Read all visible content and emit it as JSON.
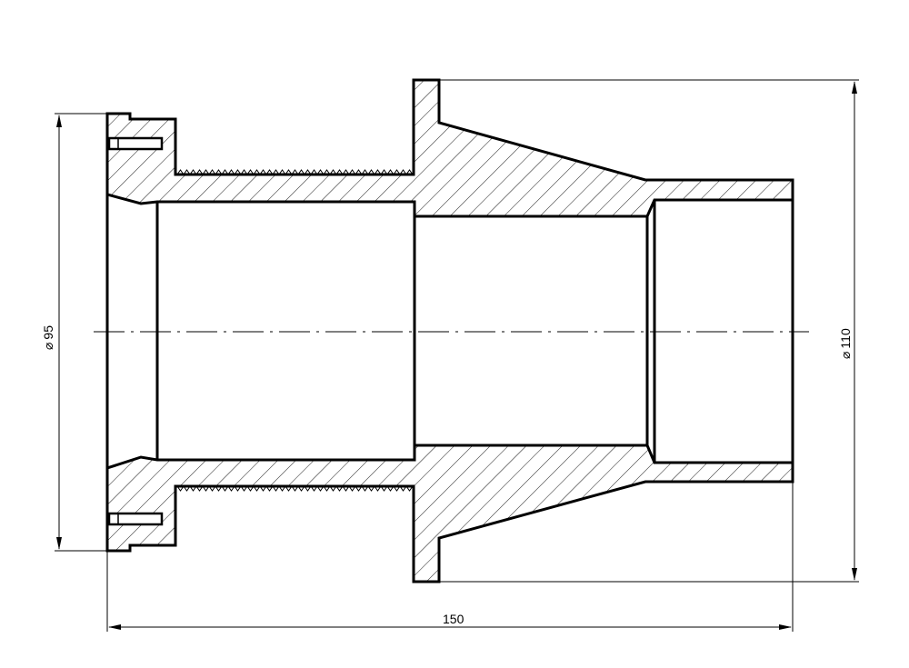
{
  "drawing": {
    "dimensions": {
      "left_diameter": {
        "symbol": "⌀",
        "value": "95"
      },
      "right_diameter": {
        "symbol": "⌀",
        "value": "110"
      },
      "overall_length": {
        "value": "150"
      }
    },
    "colors": {
      "line": "#000000",
      "background": "#ffffff"
    }
  }
}
